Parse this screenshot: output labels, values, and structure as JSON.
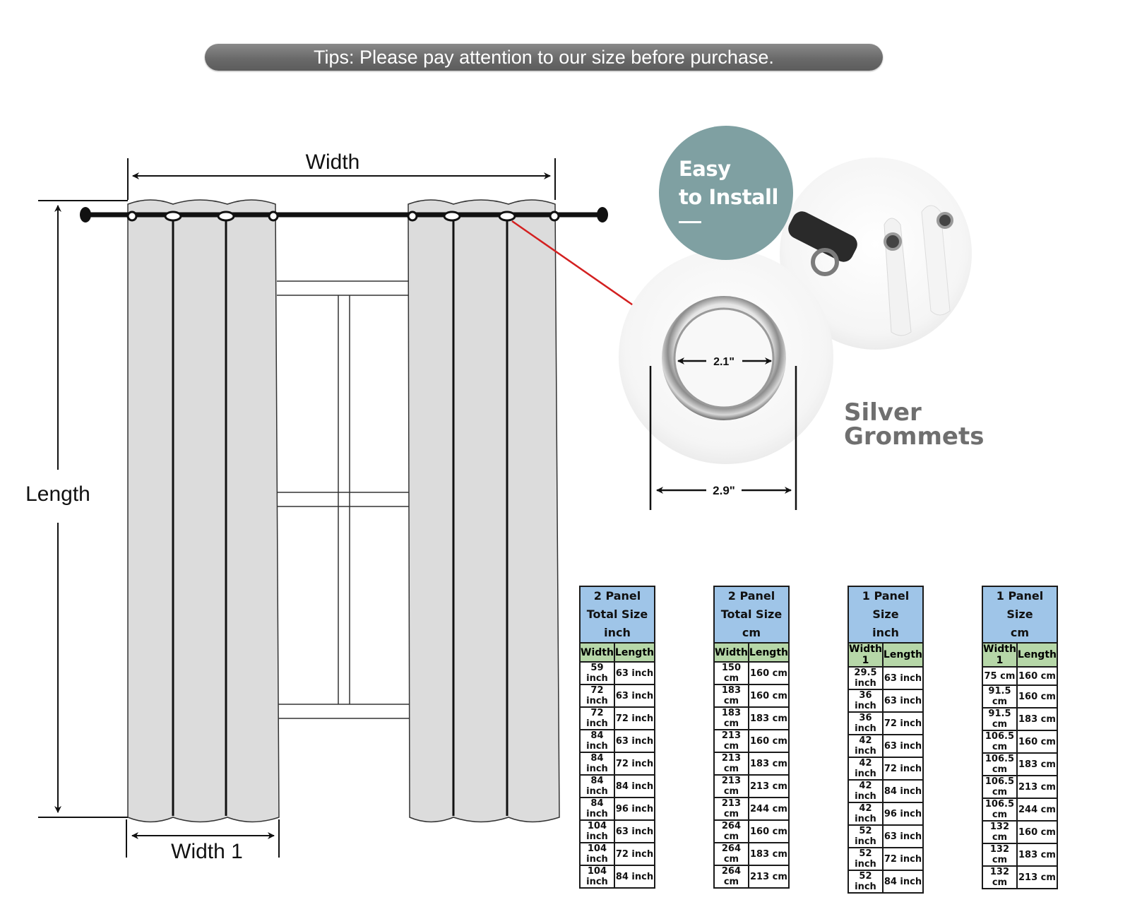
{
  "tips": "Tips: Please pay attention to our size before purchase.",
  "diagram": {
    "width_label": "Width",
    "length_label": "Length",
    "width1_label": "Width 1",
    "grommet_inner": "2.1\"",
    "grommet_outer": "2.9\""
  },
  "badge": {
    "line1": "Easy",
    "line2": "to Install"
  },
  "silver": {
    "line1": "Silver",
    "line2": "Grommets"
  },
  "colors": {
    "header_blue": "#9fc5e8",
    "subheader_green": "#b6d7a8",
    "badge_teal": "#7fa0a2",
    "arrow_red": "#d32020",
    "curtain_gray": "#dcdcdc"
  },
  "tables": [
    {
      "title_line1": "2 Panel Total Size",
      "title_line2": "inch",
      "col1": "Width",
      "col2": "Length",
      "rows": [
        [
          "59 inch",
          "63 inch"
        ],
        [
          "72 inch",
          "63 inch"
        ],
        [
          "72 inch",
          "72 inch"
        ],
        [
          "84 inch",
          "63 inch"
        ],
        [
          "84 inch",
          "72 inch"
        ],
        [
          "84 inch",
          "84 inch"
        ],
        [
          "84 inch",
          "96 inch"
        ],
        [
          "104 inch",
          "63 inch"
        ],
        [
          "104 inch",
          "72 inch"
        ],
        [
          "104 inch",
          "84 inch"
        ]
      ]
    },
    {
      "title_line1": "2 Panel Total Size",
      "title_line2": "cm",
      "col1": "Width",
      "col2": "Length",
      "rows": [
        [
          "150 cm",
          "160 cm"
        ],
        [
          "183 cm",
          "160 cm"
        ],
        [
          "183 cm",
          "183 cm"
        ],
        [
          "213 cm",
          "160 cm"
        ],
        [
          "213 cm",
          "183 cm"
        ],
        [
          "213 cm",
          "213 cm"
        ],
        [
          "213 cm",
          "244 cm"
        ],
        [
          "264 cm",
          "160 cm"
        ],
        [
          "264 cm",
          "183 cm"
        ],
        [
          "264 cm",
          "213 cm"
        ]
      ]
    },
    {
      "title_line1": "1 Panel Size",
      "title_line2": "inch",
      "col1": "Width 1",
      "col2": "Length",
      "rows": [
        [
          "29.5 inch",
          "63 inch"
        ],
        [
          "36 inch",
          "63 inch"
        ],
        [
          "36 inch",
          "72 inch"
        ],
        [
          "42 inch",
          "63 inch"
        ],
        [
          "42 inch",
          "72 inch"
        ],
        [
          "42 inch",
          "84 inch"
        ],
        [
          "42 inch",
          "96 inch"
        ],
        [
          "52 inch",
          "63 inch"
        ],
        [
          "52 inch",
          "72 inch"
        ],
        [
          "52 inch",
          "84 inch"
        ]
      ]
    },
    {
      "title_line1": "1 Panel Size",
      "title_line2": "cm",
      "col1": "Width 1",
      "col2": "Length",
      "rows": [
        [
          "75 cm",
          "160 cm"
        ],
        [
          "91.5 cm",
          "160 cm"
        ],
        [
          "91.5 cm",
          "183 cm"
        ],
        [
          "106.5 cm",
          "160 cm"
        ],
        [
          "106.5 cm",
          "183 cm"
        ],
        [
          "106.5 cm",
          "213 cm"
        ],
        [
          "106.5 cm",
          "244 cm"
        ],
        [
          "132 cm",
          "160 cm"
        ],
        [
          "132 cm",
          "183 cm"
        ],
        [
          "132 cm",
          "213 cm"
        ]
      ]
    }
  ]
}
